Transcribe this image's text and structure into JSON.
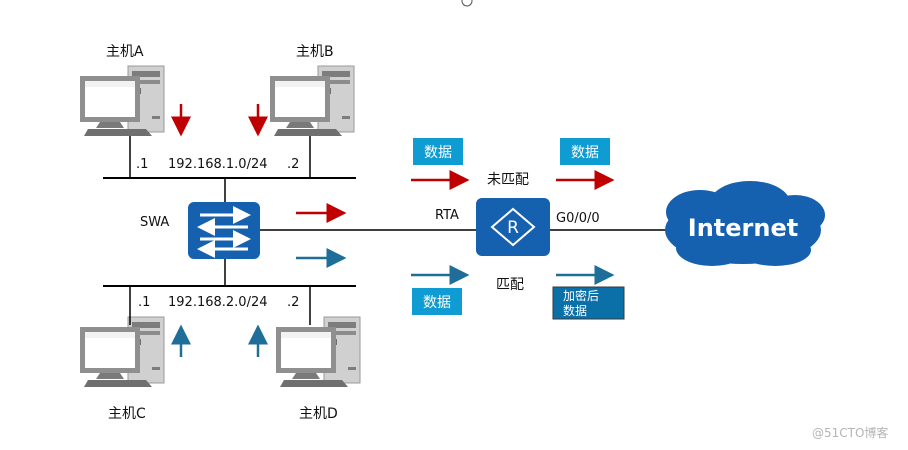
{
  "hosts": {
    "a": "主机A",
    "b": "主机B",
    "c": "主机C",
    "d": "主机D"
  },
  "top_segment": {
    "left_host_suffix": ".1",
    "network": "192.168.1.0/24",
    "right_host_suffix": ".2"
  },
  "bottom_segment": {
    "left_host_suffix": ".1",
    "network": "192.168.2.0/24",
    "right_host_suffix": ".2"
  },
  "switch_label": "SWA",
  "router_label": "RTA",
  "router_interface": "G0/0/0",
  "router_icon_letter": "R",
  "internet_label": "Internet",
  "flows": {
    "unmatched": {
      "in_box": "数据",
      "label": "未匹配",
      "out_box": "数据"
    },
    "matched": {
      "in_box": "数据",
      "label": "匹配",
      "out_box_line1": "加密后",
      "out_box_line2": "数据"
    }
  },
  "watermark": "@51CTO博客",
  "colors": {
    "red_flow": "#c00000",
    "blue_flow": "#1f6e9a",
    "device_blue": "#1660b0",
    "data_box": "#0e9cd3",
    "encrypted_box": "#0b6fa8",
    "line": "#000000",
    "computer_gray": "#8f8f8f"
  }
}
